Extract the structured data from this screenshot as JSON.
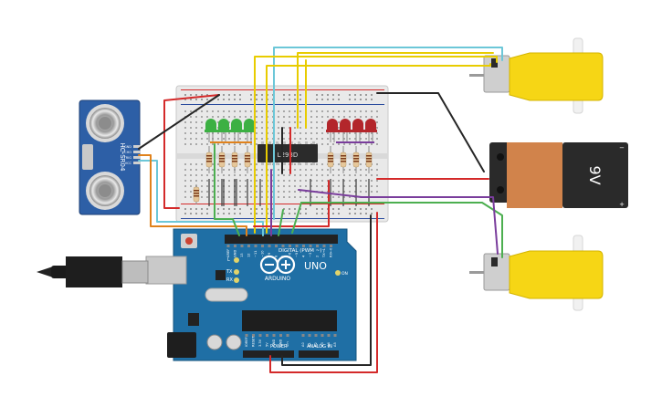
{
  "sensor": {
    "model": "HC-SR04",
    "pins": [
      "GND",
      "ECHO",
      "TRIG",
      "VCC"
    ]
  },
  "ic": {
    "label": "L293D"
  },
  "battery": {
    "label": "9V",
    "plus": "+",
    "minus": "−"
  },
  "arduino": {
    "brand": "ARDUINO",
    "model": "UNO",
    "digital_label": "DIGITAL (PWM ~)",
    "power_label": "POWER",
    "analog_label": "ANALOG IN",
    "led_labels": [
      "L",
      "TX",
      "RX"
    ],
    "on_label": "ON",
    "top_pins": [
      "AREF",
      "GND",
      "13",
      "12",
      "~11",
      "~10",
      "~9",
      "8",
      "7",
      "~6",
      "~5",
      "4",
      "~3",
      "2",
      "TX→1",
      "RX←0"
    ],
    "power_pins": [
      "IOREF",
      "RESET",
      "3.3V",
      "5V",
      "GND",
      "GND",
      "Vin"
    ],
    "analog_pins": [
      "A0",
      "A1",
      "A2",
      "A3",
      "A4",
      "A5"
    ]
  },
  "leds": {
    "left_color": "#3cb043",
    "right_color": "#b3262b"
  },
  "colors": {
    "wire_red": "#d42a2a",
    "wire_black": "#262626",
    "wire_yellow": "#e8cc00",
    "wire_cyan": "#6cc7d8",
    "wire_green": "#4caf50",
    "wire_purple": "#7a3d9c",
    "wire_orange": "#e0821c",
    "board_blue": "#1f6fa5",
    "motor_yellow": "#f6d615",
    "battery_orange": "#d1834b",
    "sensor_blue": "#2d5fa6"
  }
}
